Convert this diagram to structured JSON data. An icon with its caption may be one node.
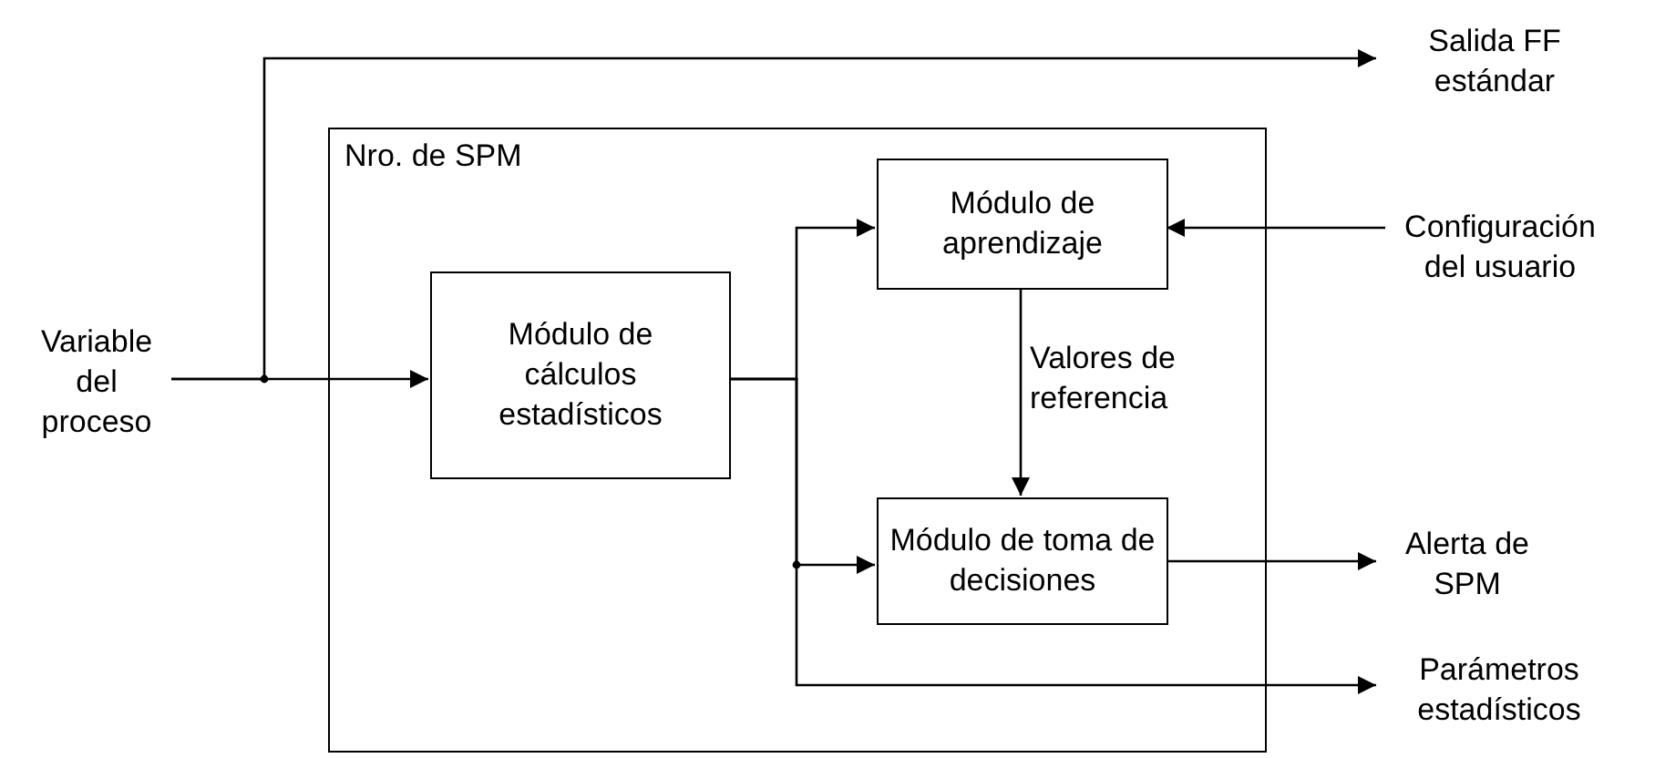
{
  "diagram": {
    "nodes": [
      {
        "text": [
          "Variable del proceso"
        ]
      },
      {
        "text": [
          "Nro. de SPM"
        ]
      },
      {
        "text": [
          "Módulo de cálculos estadísticos"
        ],
        "in": 1
      },
      {
        "text": [
          "Módulo de aprendizaje"
        ],
        "in": 1
      },
      {
        "text": [
          "Módulo de toma de decisiones"
        ],
        "in": 1
      },
      {
        "text": [
          "Configuración del usuario"
        ]
      },
      {
        "text": [
          "Salida FF estándar"
        ]
      },
      {
        "text": [
          "Alerta de SPM"
        ]
      },
      {
        "text": [
          "Parámetros estadísticos"
        ]
      }
    ],
    "edges": [
      {
        "from": 0,
        "to": 2,
        "arrow": "to"
      },
      {
        "from": 0,
        "to": 6,
        "arrow": "to"
      },
      {
        "from": 2,
        "to": 3,
        "arrow": "to"
      },
      {
        "from": 2,
        "to": 4,
        "arrow": "to"
      },
      {
        "from": 2,
        "to": 8,
        "arrow": "to"
      },
      {
        "from": 5,
        "to": 3,
        "arrow": "to"
      },
      {
        "from": 3,
        "to": 4,
        "arrow": "to",
        "label": "Valores de referencia"
      },
      {
        "from": 4,
        "to": 7,
        "arrow": "to"
      }
    ]
  }
}
